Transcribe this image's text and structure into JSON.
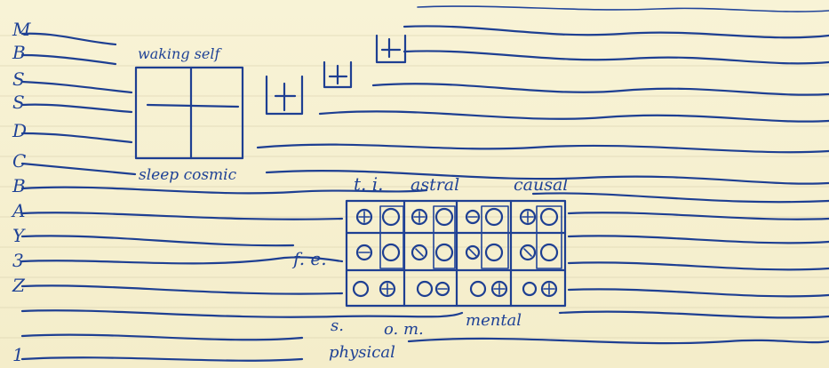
{
  "margin_letters": [
    "M",
    "B",
    "S",
    "S",
    "D",
    "C",
    "B",
    "A",
    "Y",
    "3",
    "Z",
    "1"
  ],
  "labels": {
    "waking_self": "waking self",
    "sleep_cosmic": "sleep cosmic",
    "t_i": "t. i.",
    "astral": "astral",
    "causal": "causal",
    "f_e": "f. e.",
    "s": "s.",
    "o_m": "o. m.",
    "mental": "mental",
    "physical": "physical"
  },
  "colors": {
    "ink": "#1e3f92",
    "paper": "#f6f0d0"
  }
}
